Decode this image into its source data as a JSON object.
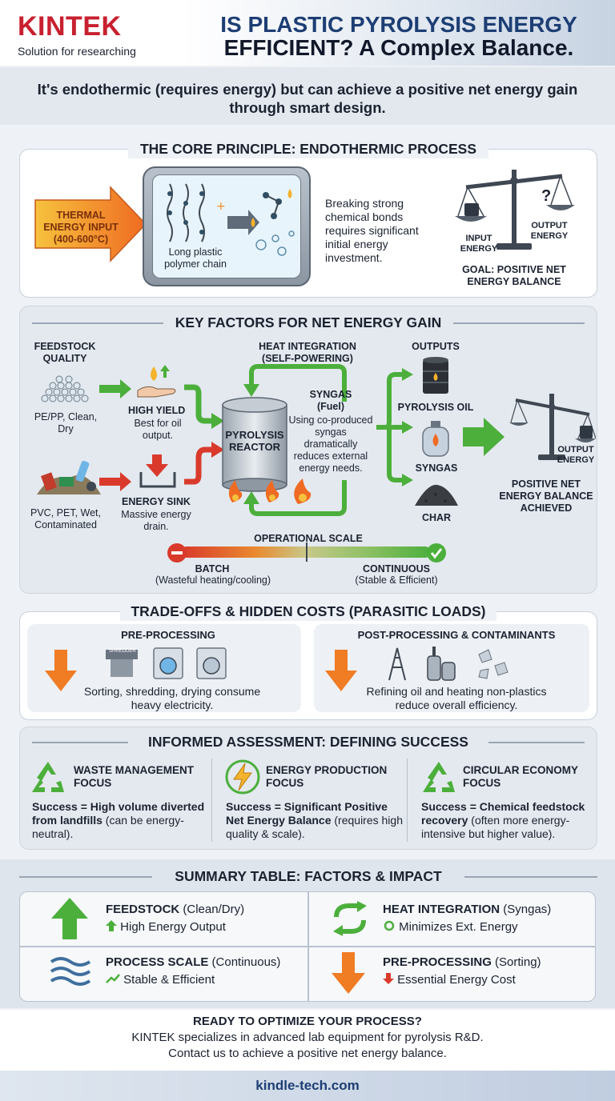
{
  "header": {
    "logo": "KINTEK",
    "logo_sub": "Solution for researching",
    "title_line1": "IS PLASTIC PYROLYSIS ENERGY",
    "title_line2": "EFFICIENT? A Complex Balance.",
    "subtitle": "It's endothermic (requires energy) but can achieve a positive net energy gain through smart design."
  },
  "core": {
    "title": "THE CORE PRINCIPLE: ENDOTHERMIC PROCESS",
    "input_arrow": "THERMAL ENERGY INPUT (400-600°C)",
    "polymer_label": "Long plastic polymer chain",
    "description": "Breaking strong chemical bonds requires significant initial energy investment.",
    "scale_input": "INPUT ENERGY",
    "scale_output": "OUTPUT ENERGY",
    "scale_question": "?",
    "goal": "GOAL: POSITIVE NET ENERGY BALANCE"
  },
  "factors": {
    "title": "KEY FACTORS FOR NET ENERGY GAIN",
    "feedstock_quality": "FEEDSTOCK QUALITY",
    "good_feed": "PE/PP, Clean, Dry",
    "bad_feed": "PVC, PET, Wet, Contaminated",
    "high_yield_title": "HIGH YIELD",
    "high_yield_desc": "Best for oil output.",
    "energy_sink_title": "ENERGY SINK",
    "energy_sink_desc": "Massive energy drain.",
    "heat_integration": "HEAT INTEGRATION (SELF-POWERING)",
    "reactor": "PYROLYSIS REACTOR",
    "syngas_title": "SYNGAS (Fuel)",
    "syngas_desc": "Using co-produced syngas dramatically reduces external energy needs.",
    "outputs_title": "OUTPUTS",
    "output_oil": "PYROLYSIS OIL",
    "output_syngas": "SYNGAS",
    "output_char": "CHAR",
    "scale_output": "OUTPUT ENERGY",
    "positive": "POSITIVE NET ENERGY BALANCE ACHIEVED",
    "op_scale": "OPERATIONAL SCALE",
    "batch_title": "BATCH",
    "batch_desc": "(Wasteful heating/cooling)",
    "cont_title": "CONTINUOUS",
    "cont_desc": "(Stable & Efficient)"
  },
  "tradeoffs": {
    "title": "TRADE-OFFS & HIDDEN COSTS (PARASITIC LOADS)",
    "pre_title": "PRE-PROCESSING",
    "pre_desc": "Sorting, shredding, drying consume heavy electricity.",
    "post_title": "POST-PROCESSING & CONTAMINANTS",
    "post_desc": "Refining oil and heating non-plastics reduce overall efficiency.",
    "shredder_text": "SHREDDER"
  },
  "assessment": {
    "title": "INFORMED ASSESSMENT: DEFINING SUCCESS",
    "cols": [
      {
        "title": "WASTE MANAGEMENT FOCUS",
        "desc_bold": "Success = High volume diverted from landfills",
        "desc": " (can be energy-neutral)."
      },
      {
        "title": "ENERGY PRODUCTION FOCUS",
        "desc_bold": "Success = Significant Positive Net Energy Balance",
        "desc": " (requires high quality & scale)."
      },
      {
        "title": "CIRCULAR ECONOMY FOCUS",
        "desc_bold": "Success = Chemical feedstock recovery",
        "desc": " (often more energy-intensive but higher value)."
      }
    ]
  },
  "summary": {
    "title": "SUMMARY TABLE: FACTORS & IMPACT",
    "cells": [
      {
        "title": "FEEDSTOCK",
        "qual": " (Clean/Dry)",
        "impact": "High Energy Output"
      },
      {
        "title": "HEAT INTEGRATION",
        "qual": " (Syngas)",
        "impact": "Minimizes Ext. Energy"
      },
      {
        "title": "PROCESS SCALE",
        "qual": " (Continuous)",
        "impact": "Stable & Efficient"
      },
      {
        "title": "PRE-PROCESSING",
        "qual": " (Sorting)",
        "impact": "Essential Energy Cost"
      }
    ]
  },
  "cta": {
    "title": "READY TO OPTIMIZE YOUR PROCESS?",
    "line1": "KINTEK specializes in advanced lab equipment for pyrolysis R&D.",
    "line2": "Contact us to achieve a positive net energy balance."
  },
  "footer": {
    "url": "kindle-tech.com"
  },
  "colors": {
    "brand_red": "#c8202f",
    "title_blue": "#1d3e74",
    "green": "#4caf3c",
    "orange": "#f07c24",
    "red": "#d93a2b"
  }
}
